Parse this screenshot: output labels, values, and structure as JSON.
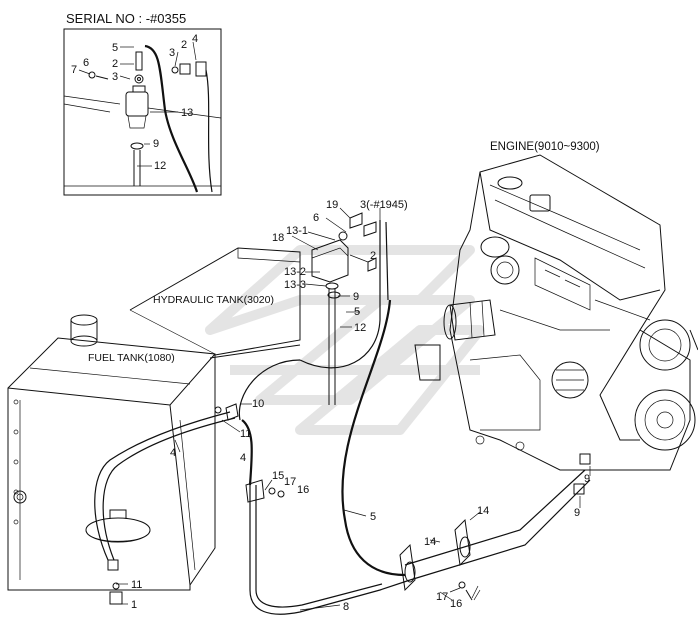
{
  "serial_caption": "SERIAL NO : -#0355",
  "engine_label": "ENGINE(9010~9300)",
  "hydraulic_tank_label": "HYDRAULIC TANK(3020)",
  "fuel_tank_label": "FUEL TANK(1080)",
  "part_3_variant_label": "3(-#1945)",
  "inset_callouts": [
    "5",
    "3",
    "2",
    "4",
    "7",
    "6",
    "2",
    "3",
    "13",
    "9",
    "12"
  ],
  "main_callouts": [
    "19",
    "6",
    "18",
    "13-1",
    "2",
    "13-2",
    "13-3",
    "9",
    "5",
    "12",
    "10",
    "11",
    "4",
    "4",
    "15",
    "17",
    "16",
    "5",
    "14",
    "14",
    "9",
    "9",
    "8",
    "17",
    "16",
    "11",
    "1"
  ]
}
